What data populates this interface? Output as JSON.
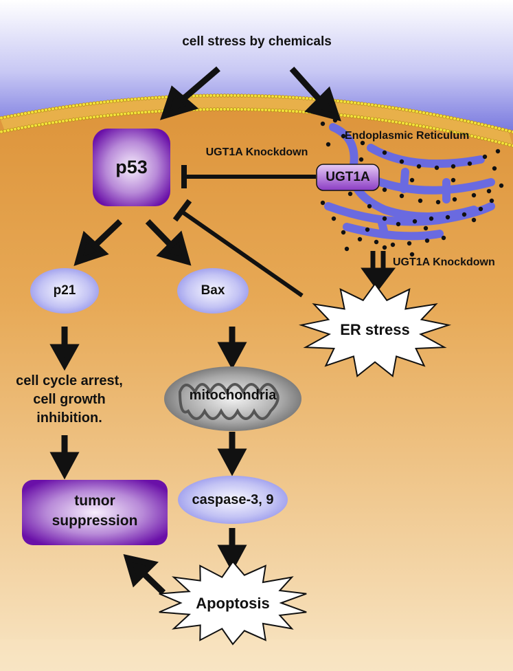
{
  "title": "cell stress by chemicals",
  "colors": {
    "cytoplasm_light": "#F8E5C4",
    "cytoplasm_dark": "#D8892C",
    "membrane_head": "#F2E23A",
    "er_blue": "#6A6AE0",
    "purple_dark": "#6A10A8",
    "purple_light": "#F3E6FB",
    "oval_blue_light": "#F4F4FF",
    "oval_blue_dark": "#8F8FEA",
    "arrow": "#111111"
  },
  "nodes": {
    "p53": "p53",
    "ugt1a": "UGT1A",
    "er_label": "Endoplasmic Reticulum",
    "knockdown_1": "UGT1A Knockdown",
    "knockdown_2": "UGT1A Knockdown",
    "p21": "p21",
    "bax": "Bax",
    "er_stress": "ER stress",
    "cell_cycle": [
      "cell cycle arrest,",
      "cell growth",
      "inhibition."
    ],
    "mitochondria": "mitochondria",
    "caspase": "caspase-3, 9",
    "tumor": [
      "tumor",
      "suppression"
    ],
    "apoptosis": "Apoptosis"
  }
}
